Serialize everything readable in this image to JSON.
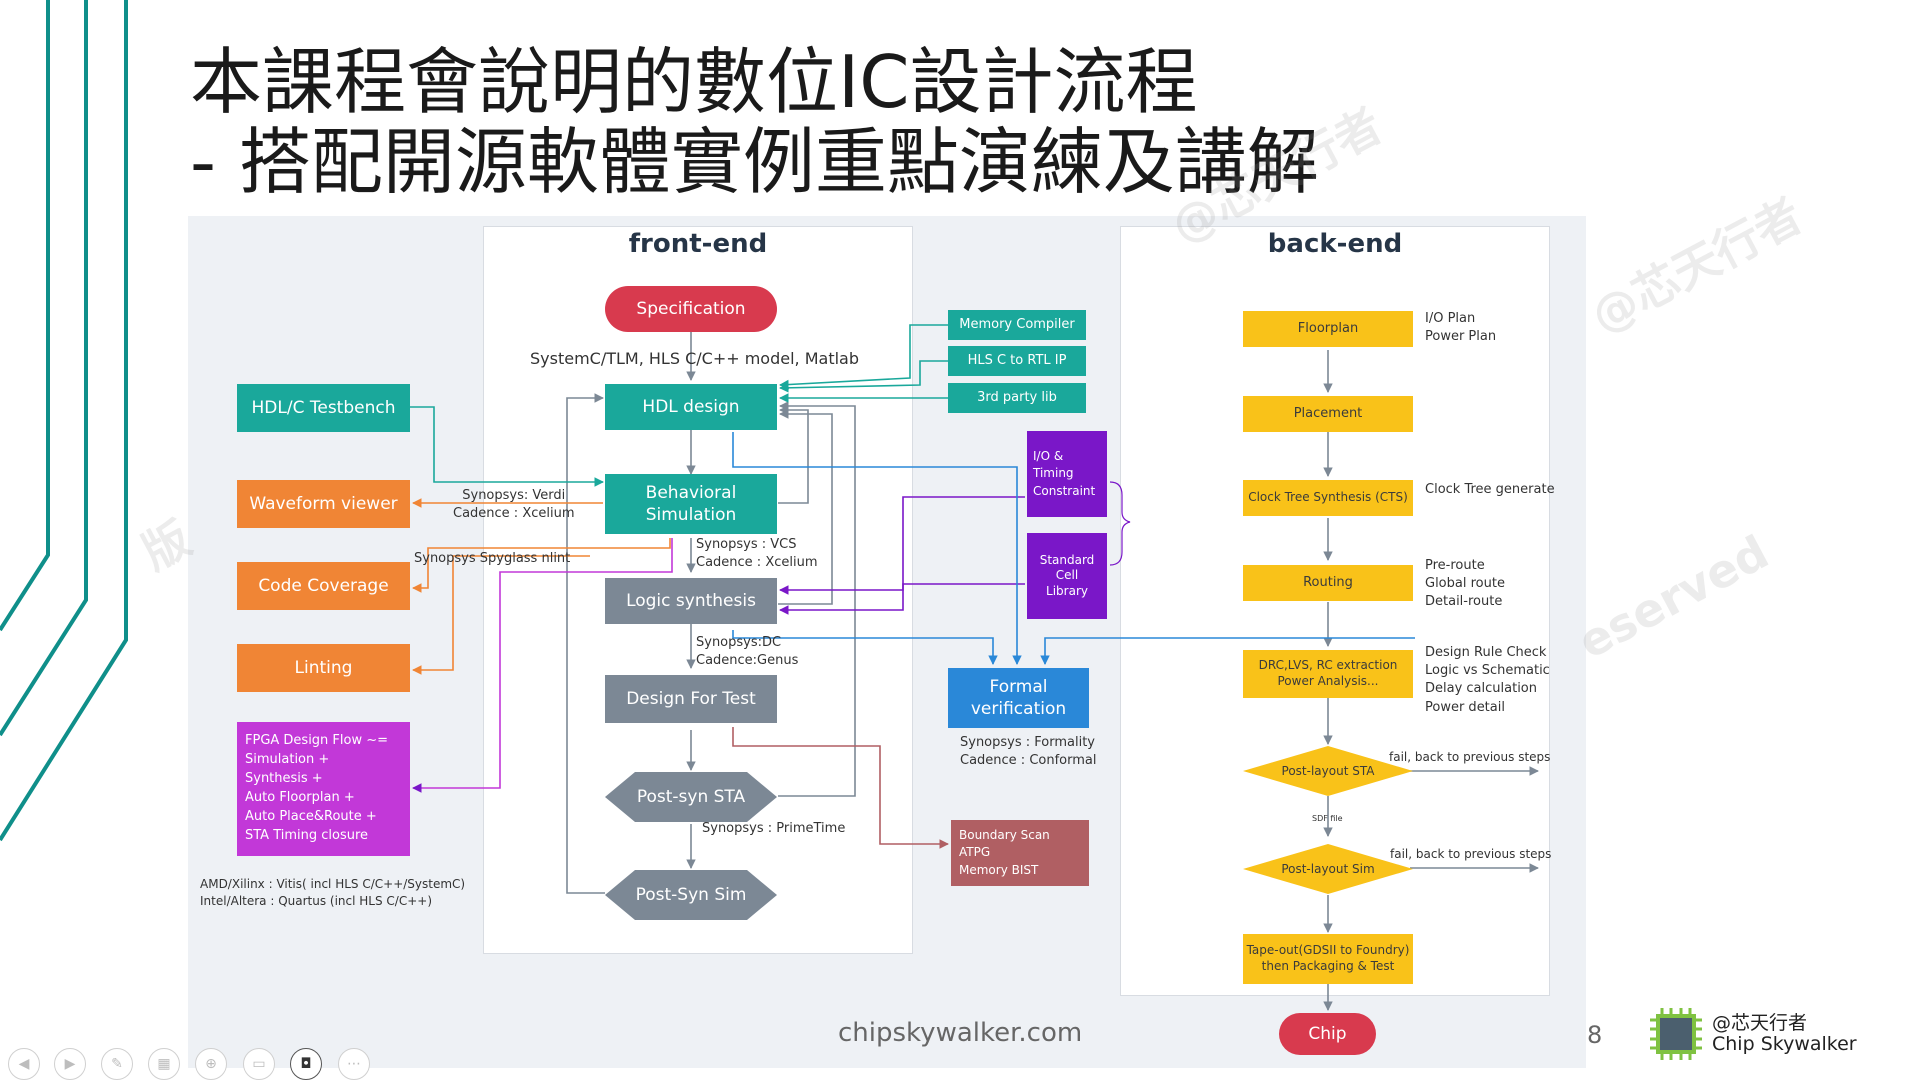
{
  "slide": {
    "title_line1": "本課程會說明的數位IC設計流程",
    "title_line2": "- 搭配開源軟體實例重點演練及講解",
    "footer_site": "chipskywalker.com",
    "page_number": "8",
    "brand_handle": "@芯天行者",
    "brand_name": "Chip Skywalker",
    "watermark_1": "@芯天行者",
    "watermark_2": "@芯天行者",
    "watermark_3": "版",
    "watermark_4": "eserved"
  },
  "frontend": {
    "title": "front-end",
    "specification": "Specification",
    "spec_note": "SystemC/TLM, HLS C/C++ model, Matlab",
    "hdl_design": "HDL design",
    "behavioral_sim": "Behavioral Simulation",
    "behavioral_note": "Synopsys : VCS\nCadence : Xcelium",
    "logic_synthesis": "Logic synthesis",
    "logic_note": "Synopsys:DC\nCadence:Genus",
    "dft": "Design For Test",
    "post_syn_sta": "Post-syn STA",
    "sta_note": "Synopsys : PrimeTime",
    "post_syn_sim": "Post-Syn Sim"
  },
  "left_tools": {
    "testbench": "HDL/C Testbench",
    "waveform": "Waveform viewer",
    "verdi_note": "Synopsys: Verdi\nCadence : Xcelium",
    "code_coverage": "Code Coverage",
    "spyglass_note": "Synopsys Spyglass nlint",
    "linting": "Linting",
    "fpga_lines": [
      "FPGA Design Flow ~=",
      "Simulation +",
      "Synthesis   +",
      "Auto Floorplan +",
      "Auto Place&Route +",
      "STA Timing closure"
    ],
    "fpga_vendors": "AMD/Xilinx : Vitis( incl HLS C/C++/SystemC)\nIntel/Altera : Quartus (incl HLS C/C++)"
  },
  "middle": {
    "memory_compiler": "Memory Compiler",
    "hls_to_rtl": "HLS C to RTL IP",
    "third_party": "3rd party lib",
    "io_timing": "I/O &\nTiming\nConstraint",
    "std_cell": "Standard\nCell\nLibrary",
    "formal": "Formal\nverification",
    "formal_note": "Synopsys : Formality\nCadence : Conformal",
    "boundary_lines": [
      "Boundary Scan",
      "ATPG",
      "Memory BIST"
    ]
  },
  "backend": {
    "title": "back-end",
    "floorplan": "Floorplan",
    "floorplan_note": "I/O  Plan\nPower Plan",
    "placement": "Placement",
    "cts": "Clock Tree Synthesis (CTS)",
    "cts_note": "Clock Tree generate",
    "routing": "Routing",
    "routing_note": "Pre-route\nGlobal route\nDetail-route",
    "drc": "DRC,LVS, RC extraction\nPower Analysis...",
    "drc_note": "Design Rule Check\nLogic vs Schematic\nDelay calculation\nPower detail",
    "post_layout_sta": "Post-layout STA",
    "fail_note_1": "fail, back to previous steps",
    "sdf_file": "SDF file",
    "post_layout_sim": "Post-layout Sim",
    "fail_note_2": "fail, back to previous steps",
    "tapeout": "Tape-out(GDSII to Foundry)\nthen Packaging & Test",
    "chip": "Chip"
  },
  "colors": {
    "teal": "#1aa89b",
    "orange": "#f08535",
    "gray": "#7c8895",
    "purple": "#c238d8",
    "violet": "#7a17c8",
    "blue": "#2a88d8",
    "maroon": "#b05f63",
    "yellow": "#f9c219",
    "red": "#d83a4e",
    "accent_stripe": "#0f8f8a"
  },
  "icons": {
    "toolbar": [
      "arrow-left-icon",
      "arrow-right-icon",
      "pen-icon",
      "grid-icon",
      "zoom-icon",
      "subtitle-icon",
      "camera-icon",
      "more-icon"
    ],
    "logo": "chip-logo-icon"
  }
}
